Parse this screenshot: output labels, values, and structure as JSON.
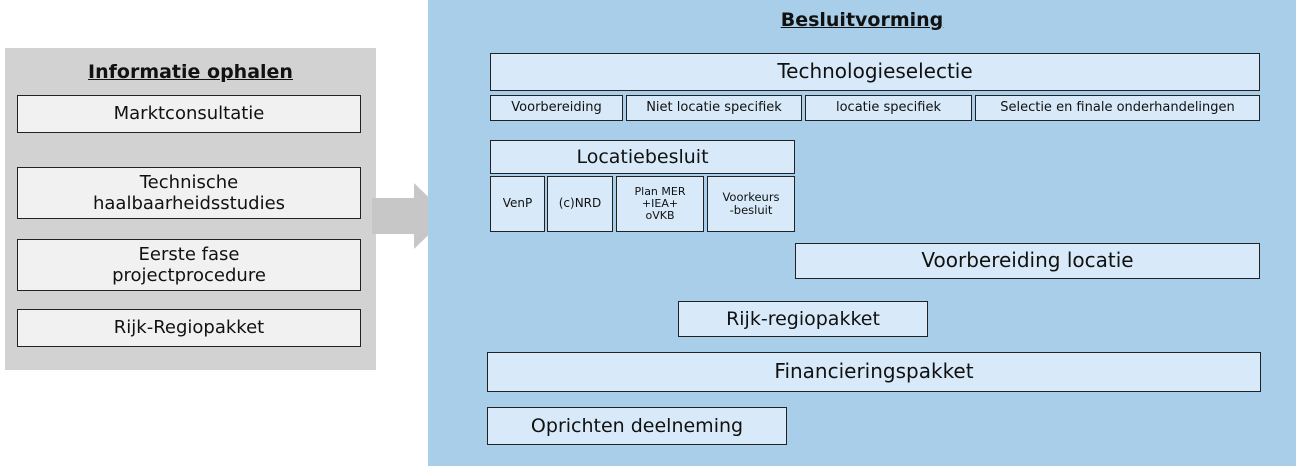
{
  "info_panel": {
    "title": "Informatie ophalen",
    "items": [
      {
        "label": "Marktconsultatie"
      },
      {
        "label": "Technische haalbaarheidsstudies"
      },
      {
        "label": "Eerste fase projectprocedure"
      },
      {
        "label": "Rijk-Regiopakket"
      }
    ]
  },
  "decision_panel": {
    "title": "Besluitvorming",
    "technologieselectie": {
      "title": "Technologieselectie",
      "phases": [
        "Voorbereiding",
        "Niet locatie specifiek",
        "locatie specifiek",
        "Selectie en finale onderhandelingen"
      ]
    },
    "locatiebesluit": {
      "title": "Locatiebesluit",
      "phases": [
        "VenP",
        "(c)NRD",
        "Plan MER +IEA+ oVKB",
        "Voorkeurs -besluit"
      ]
    },
    "voorbereiding_locatie": "Voorbereiding locatie",
    "rijk_regiopakket": "Rijk-regiopakket",
    "financieringspakket": "Financieringspakket",
    "oprichten_deelneming": "Oprichten deelneming"
  },
  "colors": {
    "decision_panel_bg": "#a9cee9",
    "decision_box_bg": "#d8eaf9",
    "info_panel_bg": "#d2d2d2",
    "info_box_bg": "#f1f1f1",
    "arrow": "#c7c7c7",
    "border": "#222222"
  }
}
